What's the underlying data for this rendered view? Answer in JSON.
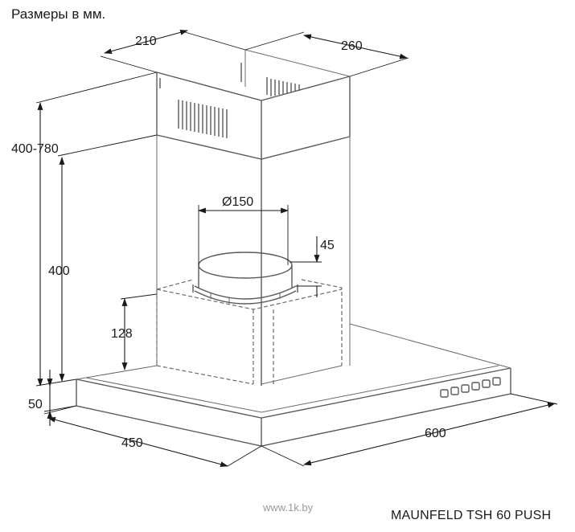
{
  "caption": "Размеры в мм.",
  "dimensions": {
    "chimney_width": "210",
    "chimney_depth": "260",
    "chimney_height": "400-780",
    "lower_height": "400",
    "outlet_diameter": "Ø150",
    "outlet_height": "45",
    "body_height": "128",
    "panel_thickness": "50",
    "depth": "450",
    "width": "600"
  },
  "watermark": "www.1k.by",
  "model": "MAUNFELD TSH 60 PUSH",
  "controls": {
    "button_count": 6
  }
}
